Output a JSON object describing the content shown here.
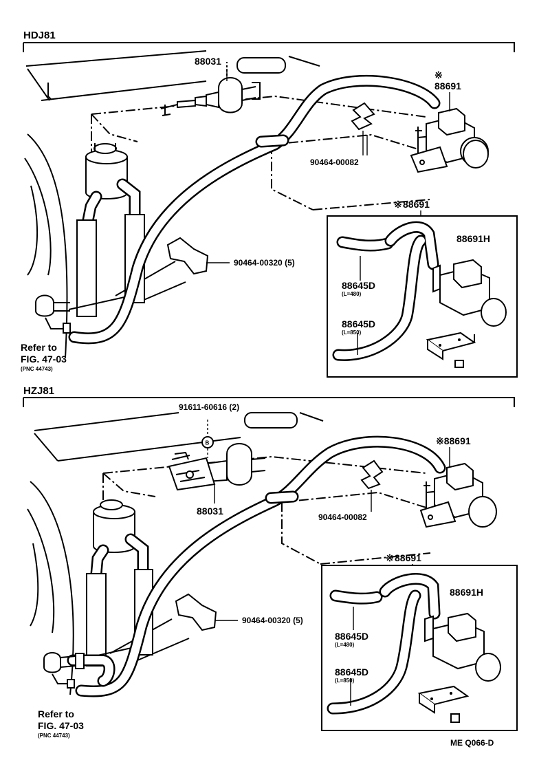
{
  "sections": [
    {
      "title": "HDJ81",
      "labels": {
        "actuator": "88031",
        "vsv_top": "88691",
        "clamp_top": "90464-00082",
        "clamp_mid": "90464-00320 (5)",
        "inset_title": "88691",
        "inset_vsv": "88691H",
        "hose_short": "88645D",
        "hose_short_len": "(L=480)",
        "hose_long": "88645D",
        "hose_long_len": "(L=850)",
        "refer_1": "Refer to",
        "refer_2": "FIG. 47-03",
        "refer_3": "(PNC 44743)",
        "asterisk": "※"
      }
    },
    {
      "title": "HZJ81",
      "labels": {
        "bolt": "91611-60616 (2)",
        "bolt_mark": "B",
        "actuator": "88031",
        "vsv_top": "※88691",
        "clamp_top": "90464-00082",
        "clamp_mid": "90464-00320 (5)",
        "inset_title": "88691",
        "inset_vsv": "88691H",
        "hose_short": "88645D",
        "hose_short_len": "(L=480)",
        "hose_long": "88645D",
        "hose_long_len": "(L=850)",
        "refer_1": "Refer to",
        "refer_2": "FIG. 47-03",
        "refer_3": "(PNC 44743)",
        "asterisk": "※"
      }
    }
  ],
  "footer_code": "ME Q066-D"
}
